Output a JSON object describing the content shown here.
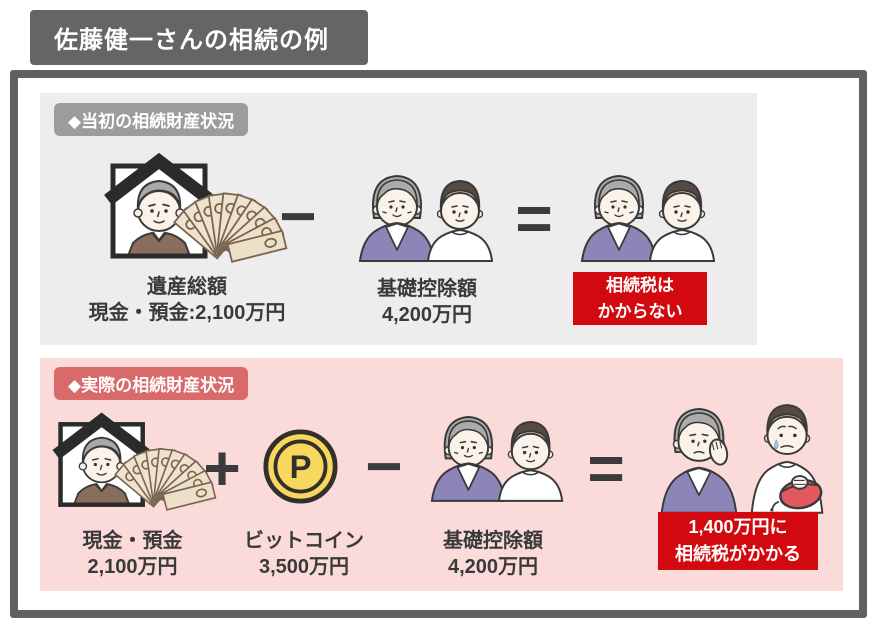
{
  "title_bar": {
    "text": "佐藤健一さんの相続の例"
  },
  "colors": {
    "title_bg": "#656565",
    "frame_border": "#606060",
    "panel_initial_bg": "#ededed",
    "panel_actual_bg": "#fbdada",
    "badge_initial_bg": "#9c9c9c",
    "badge_actual_bg": "#d96a6a",
    "result_box_bg": "#d20a10",
    "text_dark": "#3a3a3a",
    "person_purple": "#8d84b8",
    "hair_gray": "#ababab",
    "hair_brown": "#564a42",
    "coin_gold": "#f7d75e",
    "money_tan": "#efe2cf",
    "purse_red": "#e2595d"
  },
  "icons": {
    "coin_letter": "P",
    "names": [
      "memorial-portrait-icon",
      "cash-fan-icon",
      "grandmother-icon",
      "grandson-icon",
      "point-coin-icon",
      "worried-grandmother-icon",
      "crying-grandson-icon",
      "red-purse-icon"
    ]
  },
  "section_initial": {
    "header": "◆当初の相続財産状況",
    "estate": {
      "line1": "遺産総額",
      "line2": "現金・預金:2,100万円"
    },
    "operator_minus": "−",
    "deduction": {
      "line1": "基礎控除額",
      "line2": "4,200万円"
    },
    "operator_equals": "=",
    "result": {
      "line1": "相続税は",
      "line2": "かからない"
    }
  },
  "section_actual": {
    "header": "◆実際の相続財産状況",
    "cash": {
      "line1": "現金・預金",
      "line2": "2,100万円"
    },
    "operator_plus": "+",
    "bitcoin": {
      "line1": "ビットコイン",
      "line2": "3,500万円"
    },
    "operator_minus": "−",
    "deduction": {
      "line1": "基礎控除額",
      "line2": "4,200万円"
    },
    "operator_equals": "=",
    "result": {
      "line1": "1,400万円に",
      "line2": "相続税がかかる"
    }
  }
}
